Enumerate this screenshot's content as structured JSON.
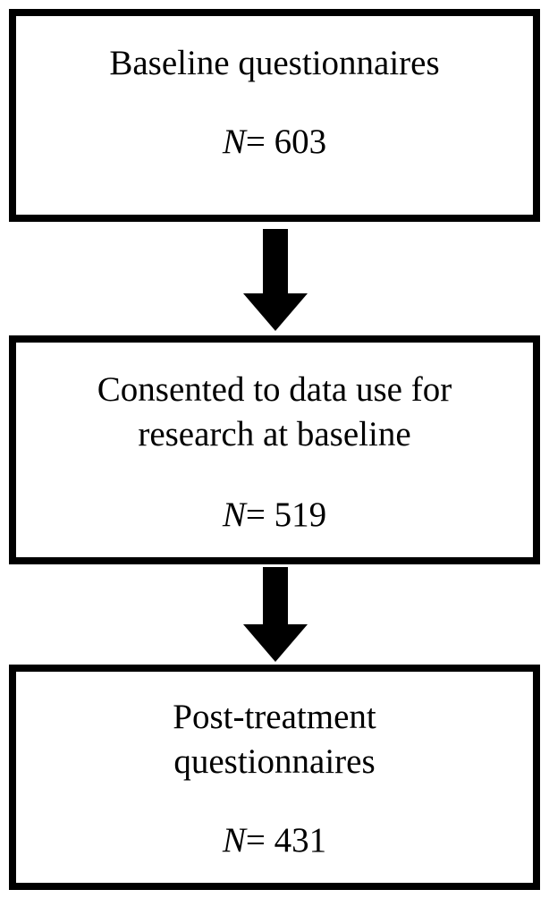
{
  "diagram": {
    "boxes": [
      {
        "lines": [
          "Baseline questionnaires"
        ],
        "n_symbol": "N",
        "n_value": "= 603"
      },
      {
        "lines": [
          "Consented to data use for",
          "research at baseline"
        ],
        "n_symbol": "N",
        "n_value": "= 519"
      },
      {
        "lines": [
          "Post-treatment",
          "questionnaires"
        ],
        "n_symbol": "N",
        "n_value": "= 431"
      }
    ],
    "colors": {
      "border": "#000000",
      "arrow": "#000000",
      "background": "#ffffff"
    }
  }
}
